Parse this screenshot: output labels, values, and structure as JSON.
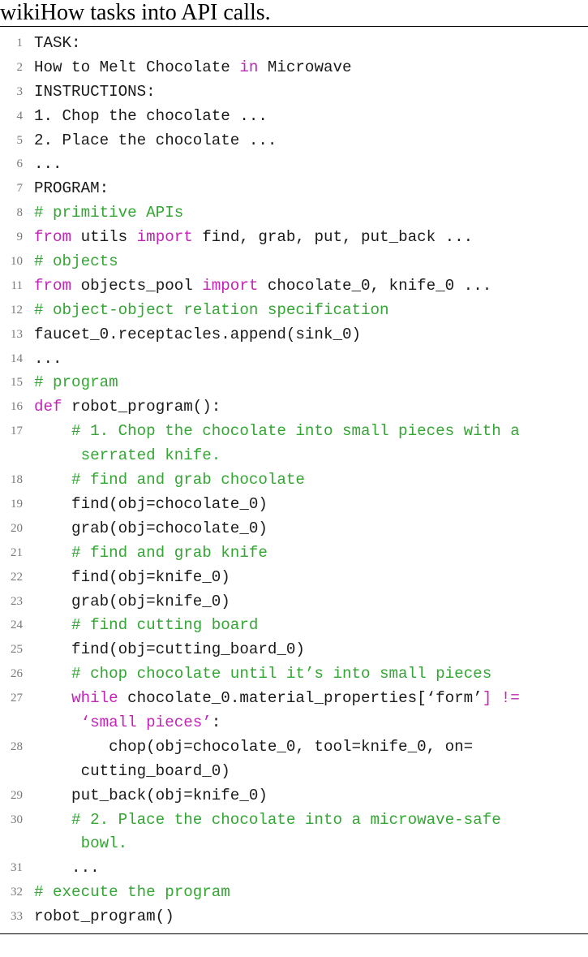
{
  "caption": "wikiHow tasks into API calls.",
  "lines": [
    {
      "n": "1",
      "text": "TASK:"
    },
    {
      "n": "2",
      "a": "How to Melt Chocolate ",
      "kw": "in",
      "b": " Microwave"
    },
    {
      "n": "3",
      "text": "INSTRUCTIONS:"
    },
    {
      "n": "4",
      "text": "1. Chop the chocolate ..."
    },
    {
      "n": "5",
      "text": "2. Place the chocolate ..."
    },
    {
      "n": "6",
      "text": "..."
    },
    {
      "n": "7",
      "text": "PROGRAM:"
    },
    {
      "n": "8",
      "comment": "# primitive APIs"
    },
    {
      "n": "9",
      "kw1": "from",
      "a": " utils ",
      "kw2": "import",
      "b": " find, grab, put, put_back ..."
    },
    {
      "n": "10",
      "comment": "# objects"
    },
    {
      "n": "11",
      "kw1": "from",
      "a": " objects_pool ",
      "kw2": "import",
      "b": " chocolate_0, knife_0 ..."
    },
    {
      "n": "12",
      "comment": "# object-object relation specification"
    },
    {
      "n": "13",
      "text": "faucet_0.receptacles.append(sink_0)"
    },
    {
      "n": "14",
      "text": "..."
    },
    {
      "n": "15",
      "comment": "# program"
    },
    {
      "n": "16",
      "kw": "def",
      "text": " robot_program():"
    },
    {
      "n": "17",
      "comment": "    # 1. Chop the chocolate into small pieces with a",
      "comment2": "     serrated knife."
    },
    {
      "n": "18",
      "comment": "    # find and grab chocolate"
    },
    {
      "n": "19",
      "text": "    find(obj=chocolate_0)"
    },
    {
      "n": "20",
      "text": "    grab(obj=chocolate_0)"
    },
    {
      "n": "21",
      "comment": "    # find and grab knife"
    },
    {
      "n": "22",
      "text": "    find(obj=knife_0)"
    },
    {
      "n": "23",
      "text": "    grab(obj=knife_0)"
    },
    {
      "n": "24",
      "comment": "    # find cutting board"
    },
    {
      "n": "25",
      "text": "    find(obj=cutting_board_0)"
    },
    {
      "n": "26",
      "comment": "    # chop chocolate until it’s into small pieces"
    },
    {
      "n": "27",
      "pre": "    ",
      "kw": "while",
      "a": " chocolate_0.material_properties[‘form’",
      "op": "] !=",
      "str2": "     ‘small pieces’",
      "b2": ":"
    },
    {
      "n": "28",
      "text": "        chop(obj=chocolate_0, tool=knife_0, on=",
      "text2": "     cutting_board_0)"
    },
    {
      "n": "29",
      "text": "    put_back(obj=knife_0)"
    },
    {
      "n": "30",
      "comment": "    # 2. Place the chocolate into a microwave-safe",
      "comment2": "     bowl."
    },
    {
      "n": "31",
      "text": "    ..."
    },
    {
      "n": "32",
      "comment": "# execute the program"
    },
    {
      "n": "33",
      "text": "robot_program()"
    }
  ]
}
